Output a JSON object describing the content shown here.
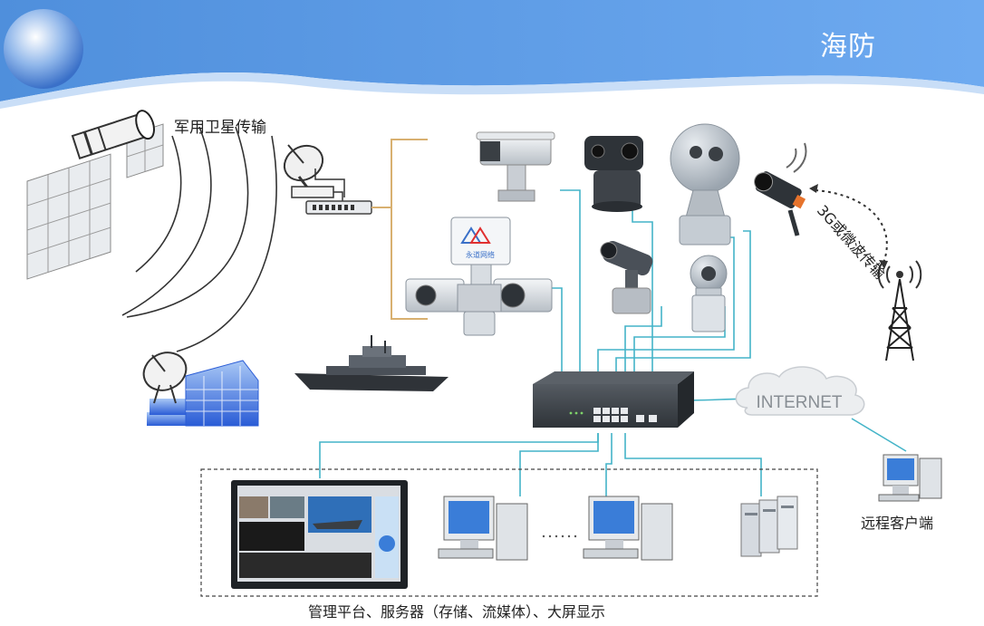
{
  "header": {
    "title": "海防"
  },
  "labels": {
    "satellite": "军用卫星传输",
    "wireless": "3G或微波传输",
    "internet": "INTERNET",
    "remote_client": "远程客户端",
    "platform": "管理平台、服务器（存储、流媒体）、大屏显示",
    "device_logo": "永道网络"
  },
  "colors": {
    "header_blue": "#5a9ae0",
    "link_cyan": "#44b4c8",
    "link_gold": "#d8b070",
    "switch_body": "#3c4147"
  }
}
